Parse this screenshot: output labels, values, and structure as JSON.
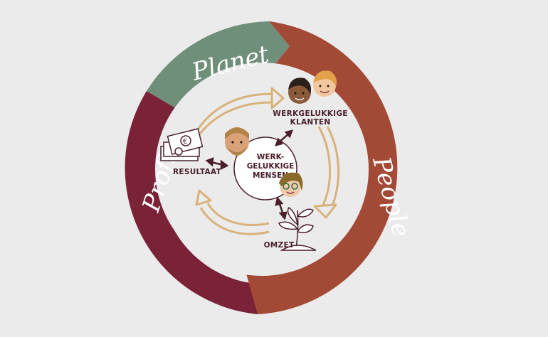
{
  "ring": {
    "planet": {
      "label": "Planet",
      "color": "#6f8f7b"
    },
    "people": {
      "label": "People",
      "color": "#a34a37"
    },
    "profit": {
      "label": "Profit",
      "color": "#7a2238"
    }
  },
  "cycle": {
    "center": {
      "line1": "WERK-",
      "line2": "GELUKKIGE",
      "line3": "MENSEN"
    },
    "nodes": {
      "klanten": {
        "line1": "WERKGELUKKIGE",
        "line2": "KLANTEN"
      },
      "omzet": {
        "label": "OMZET"
      },
      "resultaat": {
        "label": "RESULTAAT"
      }
    },
    "arrow_color": "#d8b27a",
    "text_color": "#4a1f2a"
  },
  "icons": {
    "money": "euro-banknotes-icon",
    "plant": "seedling-icon",
    "customers": "two-customers-faces-icon",
    "employees": "employee-faces-icon"
  }
}
